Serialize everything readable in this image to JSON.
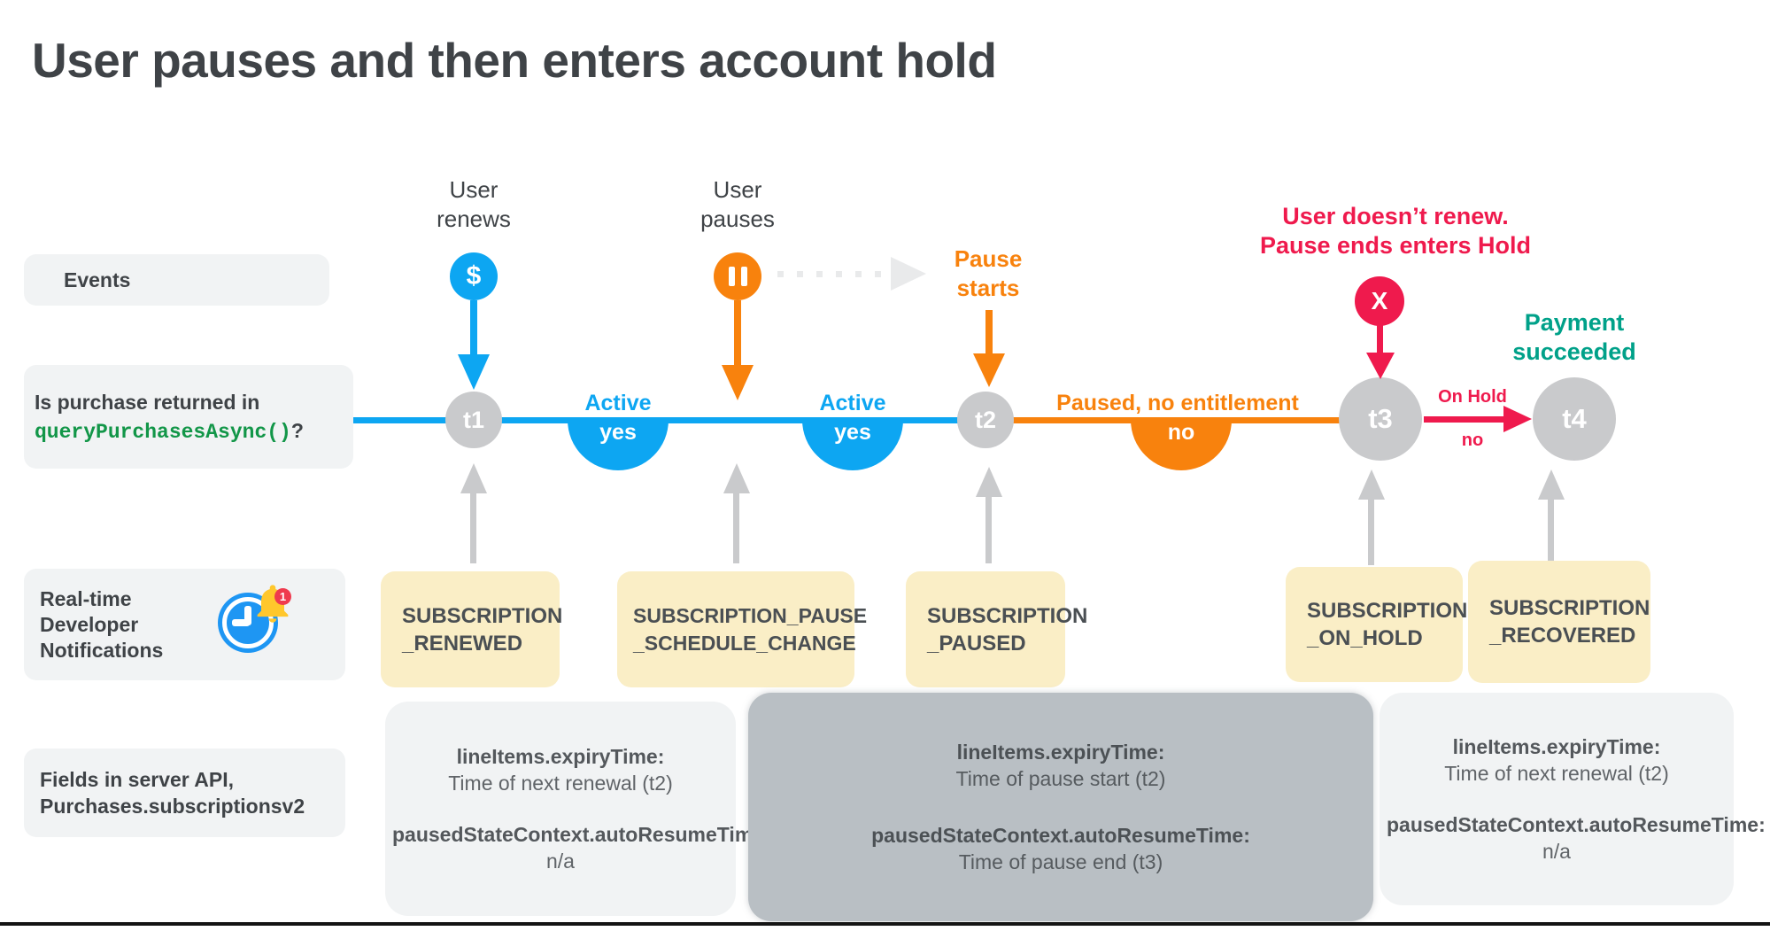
{
  "title": "User pauses and then enters account hold",
  "row_labels": {
    "events": "Events",
    "query_line": "Is purchase returned in",
    "query_code": "queryPurchasesAsync()",
    "query_suffix": "?",
    "rtdn": "Real-time\nDeveloper\nNotifications",
    "fields": "Fields in server API,\nPurchases.subscriptionsv2"
  },
  "icons": {
    "dollar": "$",
    "pause": "pause-bars",
    "cancel": "X",
    "rtdn": "clock-with-notification-bell",
    "rtdn_badge": "1"
  },
  "events": {
    "user_renews": "User\nrenews",
    "user_pauses": "User\npauses",
    "pause_starts": "Pause\nstarts",
    "no_renew": "User doesn’t renew.\nPause ends enters Hold",
    "payment_succeeded": "Payment\nsucceeded"
  },
  "timeline": {
    "nodes": [
      "t1",
      "t2",
      "t3",
      "t4"
    ],
    "active1_label": "Active",
    "active1_value": "yes",
    "active2_label": "Active",
    "active2_value": "yes",
    "paused_label": "Paused, no entitlement",
    "paused_value": "no",
    "onhold_label": "On Hold",
    "onhold_value": "no"
  },
  "notifications": [
    "SUBSCRIPTION\n_RENEWED",
    "SUBSCRIPTION_PAUSE\n_SCHEDULE_CHANGE",
    "SUBSCRIPTION\n_PAUSED",
    "SUBSCRIPTION\n_ON_HOLD",
    "SUBSCRIPTION\n_RECOVERED"
  ],
  "api_fields": [
    {
      "key1": "lineItems.expiryTime:",
      "val1": "Time of next renewal (t2)",
      "key2": "pausedStateContext.autoResumeTime:",
      "val2": "n/a"
    },
    {
      "key1": "lineItems.expiryTime:",
      "val1": "Time of pause start (t2)",
      "key2": "pausedStateContext.autoResumeTime:",
      "val2": "Time of pause end (t3)"
    },
    {
      "key1": "lineItems.expiryTime:",
      "val1": "Time of next renewal (t2)",
      "key2": "pausedStateContext.autoResumeTime:",
      "val2": "n/a"
    }
  ],
  "colors": {
    "blue": "#0DA6F2",
    "blue_deep": "#1E96F3",
    "orange": "#F8820D",
    "red": "#EF1A4D",
    "teal": "#00A189",
    "gray": "#C9CACC",
    "dotted": "#E9EAEB",
    "yellow": "#FAEEC6",
    "light": "#F1F3F4",
    "dark": "#B9BFC4",
    "green": "#129648",
    "ink": "#3F4347",
    "box_text": "#4A4F53"
  }
}
